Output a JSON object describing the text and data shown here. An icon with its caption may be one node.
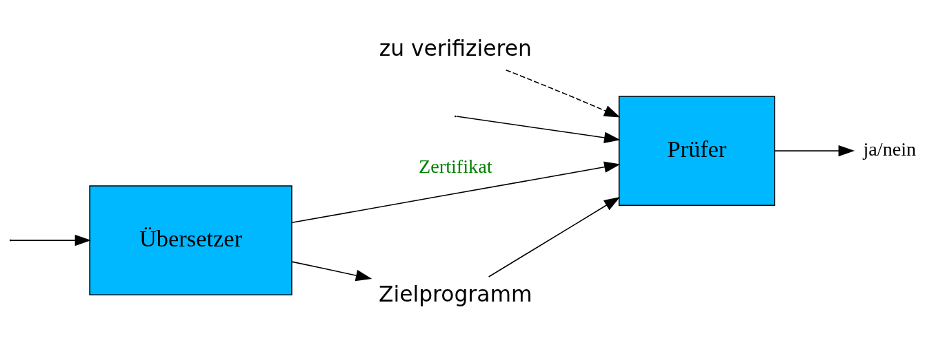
{
  "diagram": {
    "nodes": [
      {
        "text": [
          "Übersetzer"
        ]
      },
      {
        "text": [
          "Prüfer"
        ]
      },
      {
        "text": [
          "ja/nein"
        ]
      },
      {
        "text": [
          "Zielprogramm"
        ]
      },
      {
        "text": [
          "zu verifizieren"
        ]
      }
    ],
    "edges": [
      {
        "from": null,
        "to": 0,
        "arrow": "to"
      },
      {
        "from": null,
        "to": 1,
        "arrow": "to"
      },
      {
        "from": 0,
        "to": 1,
        "arrow": "to",
        "label": "Zertifikat"
      },
      {
        "from": 1,
        "to": 2,
        "arrow": "to"
      },
      {
        "from": 0,
        "to": 3,
        "arrow": "to"
      },
      {
        "from": 3,
        "to": 1,
        "arrow": "to"
      },
      {
        "from": 4,
        "to": 1,
        "arrow": "to",
        "style": "dashed"
      }
    ]
  }
}
